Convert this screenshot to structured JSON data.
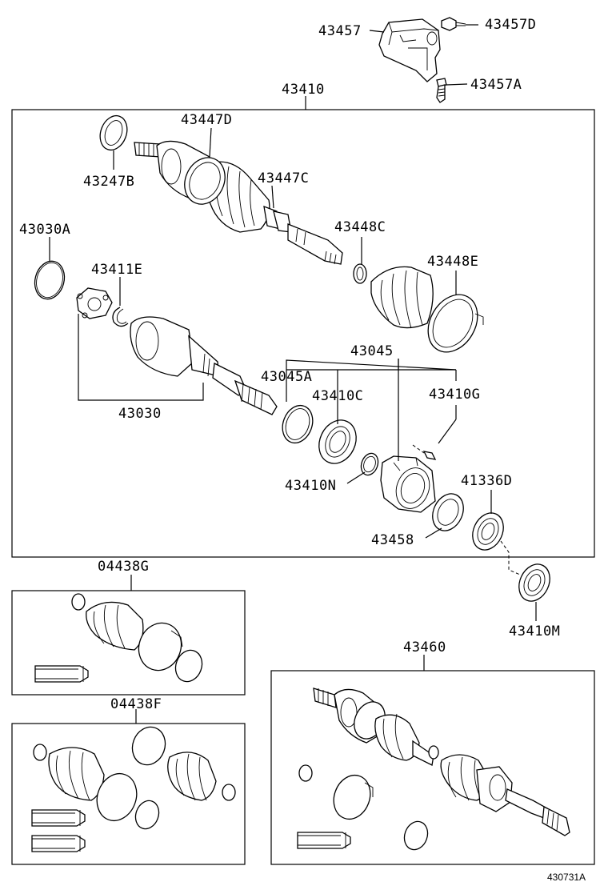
{
  "labels": {
    "p43457": "43457",
    "p43457D": "43457D",
    "p43457A": "43457A",
    "p43410": "43410",
    "p43447D": "43447D",
    "p43247B": "43247B",
    "p43447C": "43447C",
    "p43030A": "43030A",
    "p43448C": "43448C",
    "p43411E": "43411E",
    "p43448E": "43448E",
    "p43045": "43045",
    "p43045A": "43045A",
    "p43410C": "43410C",
    "p43410G": "43410G",
    "p43030": "43030",
    "p43410N": "43410N",
    "p41336D": "41336D",
    "p43458": "43458",
    "p43410M": "43410M",
    "p04438G": "04438G",
    "p04438F": "04438F",
    "p43460": "43460"
  },
  "diagram_ref": "430731A"
}
